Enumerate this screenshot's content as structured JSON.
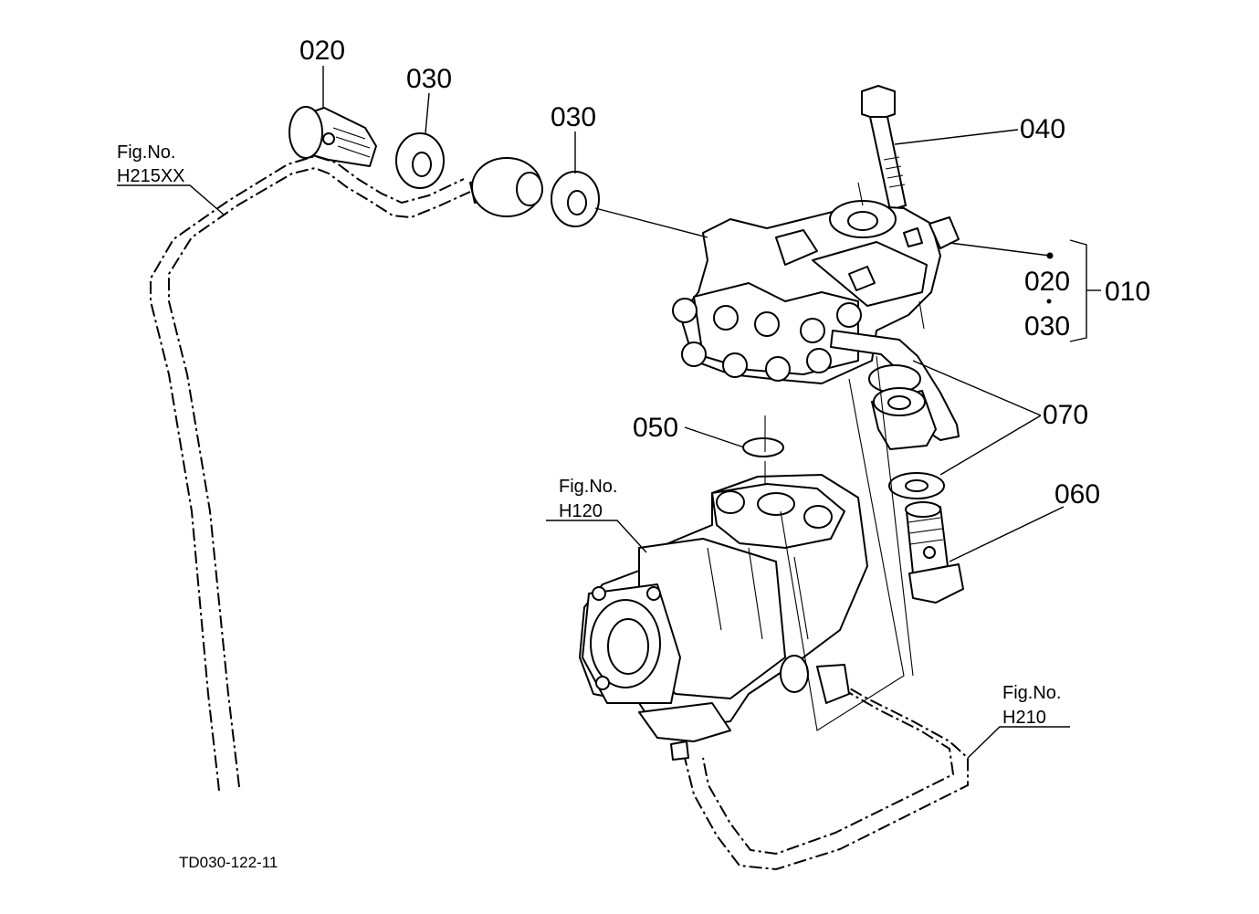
{
  "labels": {
    "p020_top": "020",
    "p030_a": "030",
    "p030_b": "030",
    "p040": "040",
    "p020_sub": "020",
    "p030_sub": "030",
    "p010": "010",
    "p070": "070",
    "p050": "050",
    "p060": "060"
  },
  "figrefs": {
    "h215": {
      "line1": "Fig.No.",
      "line2": "H215XX"
    },
    "h120": {
      "line1": "Fig.No.",
      "line2": "H120"
    },
    "h210": {
      "line1": "Fig.No.",
      "line2": "H210"
    }
  },
  "drawing_code": "TD030-122-11"
}
